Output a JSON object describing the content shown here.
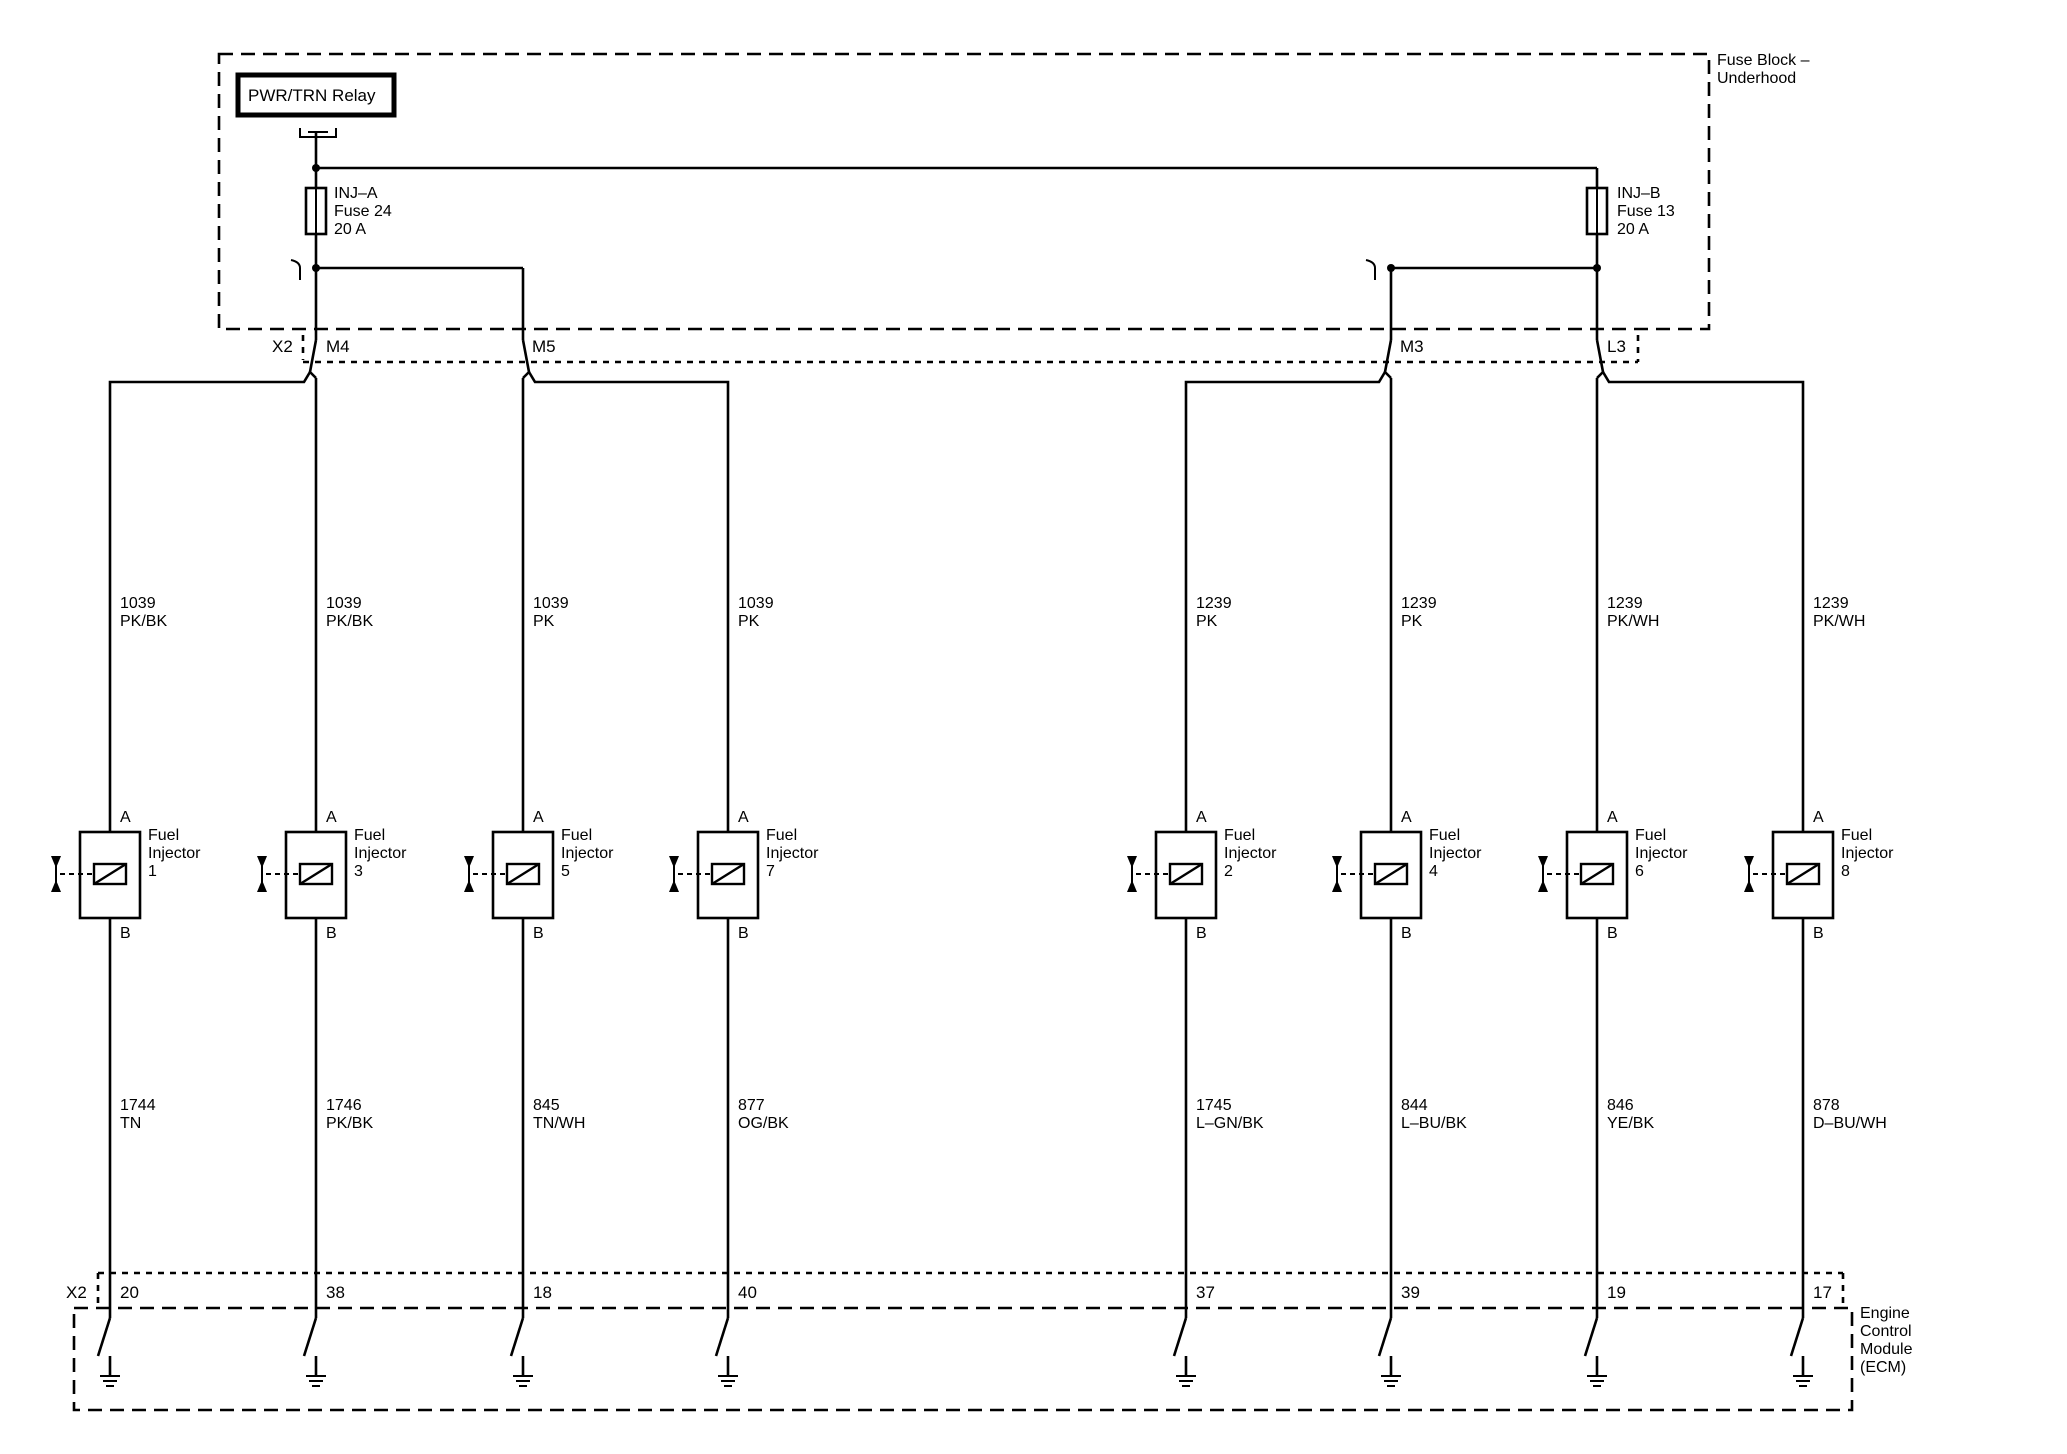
{
  "fuse_block": {
    "title_line1": "Fuse Block –",
    "title_line2": "Underhood",
    "relay_label": "PWR/TRN Relay",
    "fuse_a": {
      "line1": "INJ–A",
      "line2": "Fuse 24",
      "line3": "20 A"
    },
    "fuse_b": {
      "line1": "INJ–B",
      "line2": "Fuse 13",
      "line3": "20 A"
    }
  },
  "connectors": {
    "top_connector": "X2",
    "top_pins": [
      "M4",
      "M5",
      "M3",
      "L3"
    ],
    "bottom_connector": "X2"
  },
  "ecm": {
    "line1": "Engine",
    "line2": "Control",
    "line3": "Module",
    "line4": "(ECM)"
  },
  "injectors": [
    {
      "name1": "Fuel",
      "name2": "Injector",
      "num": "1",
      "pin_a": "A",
      "pin_b": "B",
      "upper_circuit": "1039",
      "upper_color": "PK/BK",
      "lower_circuit": "1744",
      "lower_color": "TN",
      "ecm_pin": "20"
    },
    {
      "name1": "Fuel",
      "name2": "Injector",
      "num": "3",
      "pin_a": "A",
      "pin_b": "B",
      "upper_circuit": "1039",
      "upper_color": "PK/BK",
      "lower_circuit": "1746",
      "lower_color": "PK/BK",
      "ecm_pin": "38"
    },
    {
      "name1": "Fuel",
      "name2": "Injector",
      "num": "5",
      "pin_a": "A",
      "pin_b": "B",
      "upper_circuit": "1039",
      "upper_color": "PK",
      "lower_circuit": "845",
      "lower_color": "TN/WH",
      "ecm_pin": "18"
    },
    {
      "name1": "Fuel",
      "name2": "Injector",
      "num": "7",
      "pin_a": "A",
      "pin_b": "B",
      "upper_circuit": "1039",
      "upper_color": "PK",
      "lower_circuit": "877",
      "lower_color": "OG/BK",
      "ecm_pin": "40"
    },
    {
      "name1": "Fuel",
      "name2": "Injector",
      "num": "2",
      "pin_a": "A",
      "pin_b": "B",
      "upper_circuit": "1239",
      "upper_color": "PK",
      "lower_circuit": "1745",
      "lower_color": "L–GN/BK",
      "ecm_pin": "37"
    },
    {
      "name1": "Fuel",
      "name2": "Injector",
      "num": "4",
      "pin_a": "A",
      "pin_b": "B",
      "upper_circuit": "1239",
      "upper_color": "PK",
      "lower_circuit": "844",
      "lower_color": "L–BU/BK",
      "ecm_pin": "39"
    },
    {
      "name1": "Fuel",
      "name2": "Injector",
      "num": "6",
      "pin_a": "A",
      "pin_b": "B",
      "upper_circuit": "1239",
      "upper_color": "PK/WH",
      "lower_circuit": "846",
      "lower_color": "YE/BK",
      "ecm_pin": "19"
    },
    {
      "name1": "Fuel",
      "name2": "Injector",
      "num": "8",
      "pin_a": "A",
      "pin_b": "B",
      "upper_circuit": "1239",
      "upper_color": "PK/WH",
      "lower_circuit": "878",
      "lower_color": "D–BU/WH",
      "ecm_pin": "17"
    }
  ]
}
